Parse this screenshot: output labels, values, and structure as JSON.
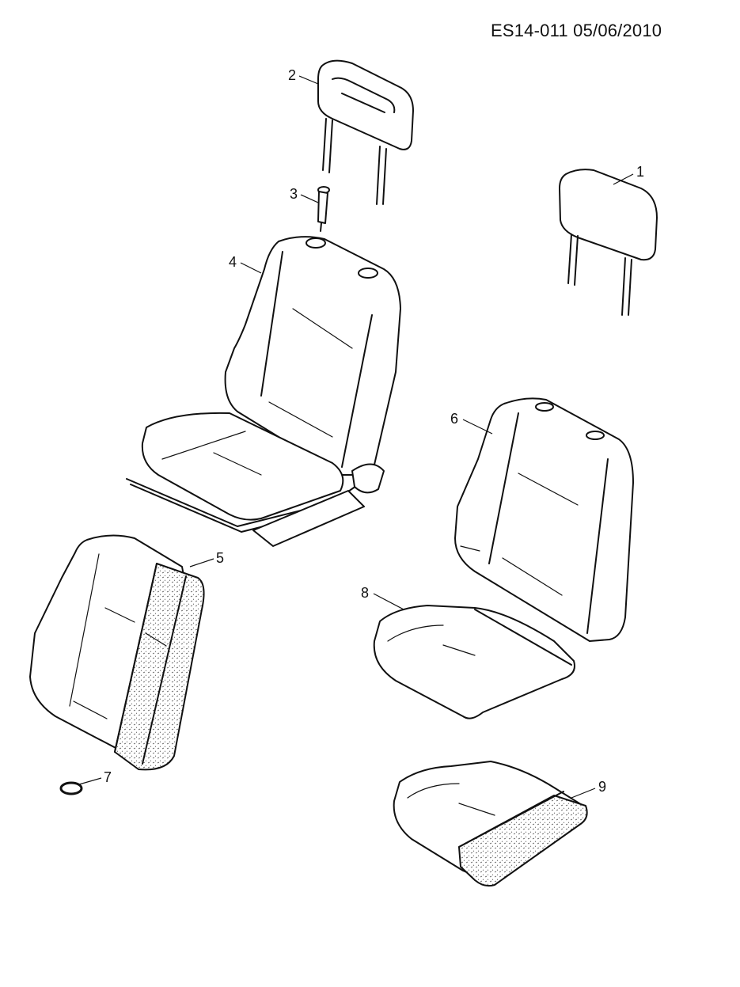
{
  "header": {
    "drawing_code": "ES14-011 05/06/2010"
  },
  "callouts": [
    {
      "id": "1",
      "part": "headrest"
    },
    {
      "id": "2",
      "part": "headrest-with-opening"
    },
    {
      "id": "3",
      "part": "headrest-guide-sleeve"
    },
    {
      "id": "4",
      "part": "seat-assembly"
    },
    {
      "id": "5",
      "part": "backrest-pad"
    },
    {
      "id": "6",
      "part": "backrest-cover"
    },
    {
      "id": "7",
      "part": "clip-ring"
    },
    {
      "id": "8",
      "part": "cushion-cover"
    },
    {
      "id": "9",
      "part": "cushion-pad"
    }
  ]
}
